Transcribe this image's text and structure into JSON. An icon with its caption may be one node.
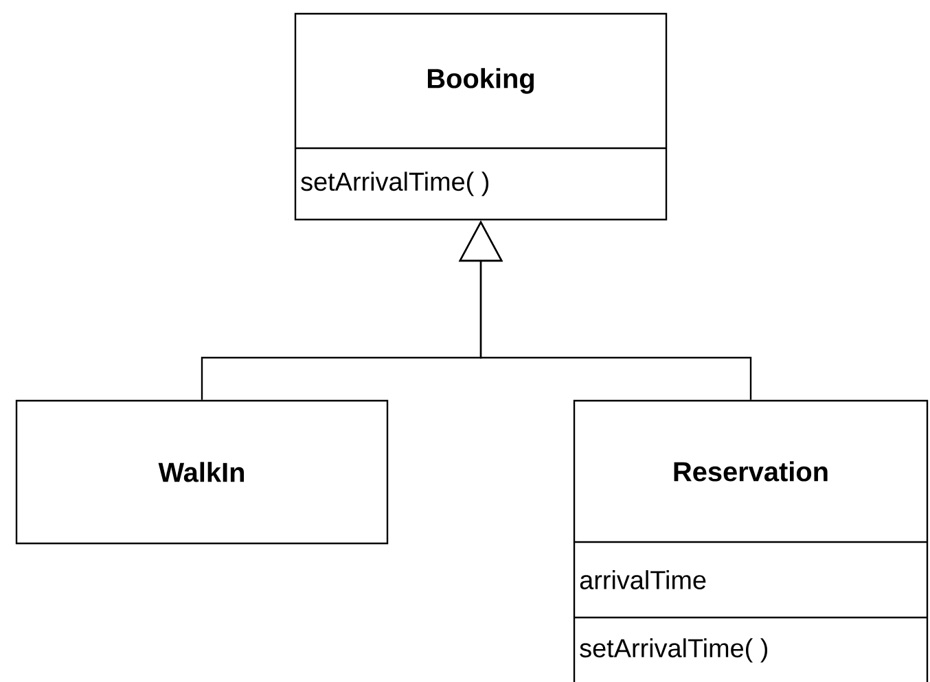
{
  "diagram": {
    "nodes": [
      {
        "text": [
          "Booking",
          "setArrivalTime( )"
        ]
      },
      {
        "text": [
          "WalkIn"
        ]
      },
      {
        "text": [
          "Reservation",
          "arrivalTime",
          "setArrivalTime( )"
        ]
      }
    ],
    "edges": [
      {
        "from": 1,
        "to": 0,
        "arrow": "to"
      },
      {
        "from": 2,
        "to": 0,
        "arrow": "to"
      }
    ]
  }
}
